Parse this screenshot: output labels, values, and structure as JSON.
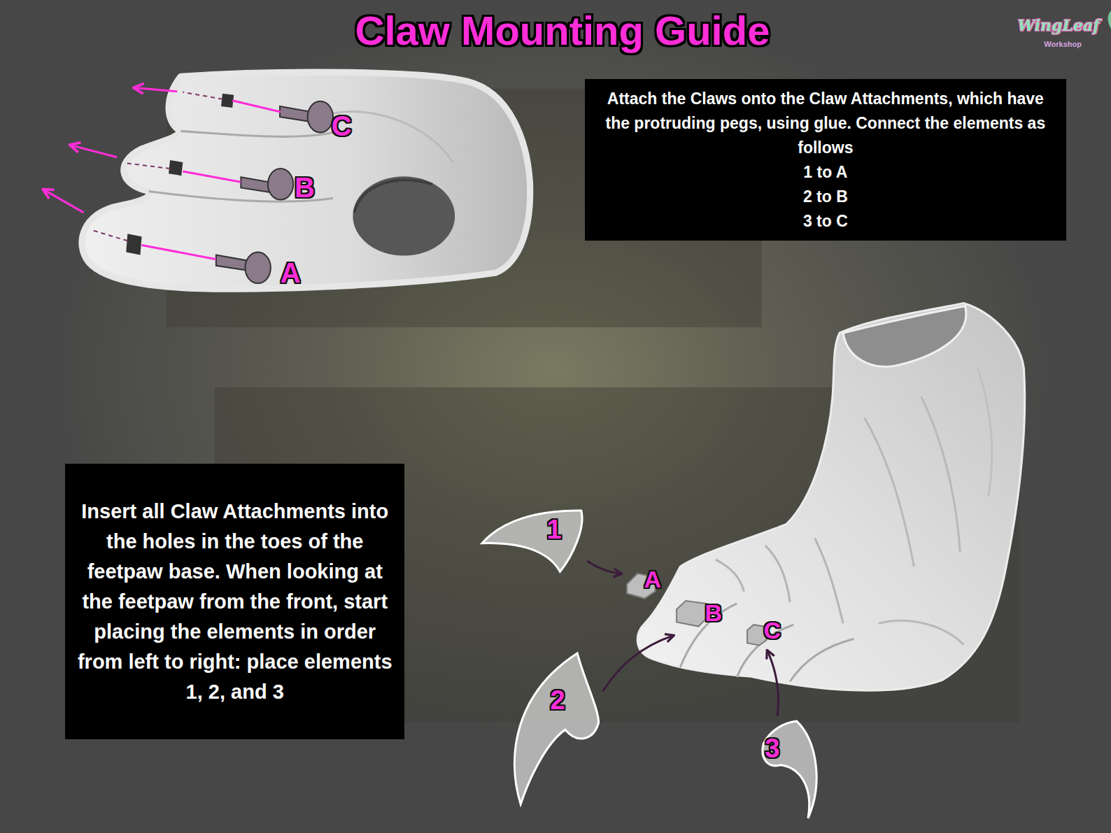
{
  "diagram": {
    "title": "Claw Mounting Guide",
    "nodes": [
      {
        "text": [
          "Attach the Claws onto the Claw Attachments, which have the protruding pegs, using glue. Connect the elements as follows",
          "1 to A",
          "2 to B",
          "3 to C"
        ]
      },
      {
        "text": [
          "Insert all Claw Attachments into the holes in the toes of the feetpaw base. When looking at the feetpaw from the front, start placing the elements in order from left to right: place elements 1, 2, and 3"
        ]
      },
      {
        "text": [
          "1"
        ]
      },
      {
        "text": [
          "A"
        ]
      },
      {
        "text": [
          "B"
        ]
      },
      {
        "text": [
          "C"
        ]
      },
      {
        "text": [
          "2"
        ]
      },
      {
        "text": [
          "3"
        ]
      }
    ],
    "edges": [
      {
        "from": 2,
        "to": 3,
        "arrow": "to"
      },
      {
        "from": 6,
        "to": 4,
        "arrow": "to"
      },
      {
        "from": 7,
        "to": 5,
        "arrow": "to"
      }
    ],
    "labels": [
      "C",
      "B",
      "A",
      "WingLeaf",
      "Workshop"
    ]
  }
}
